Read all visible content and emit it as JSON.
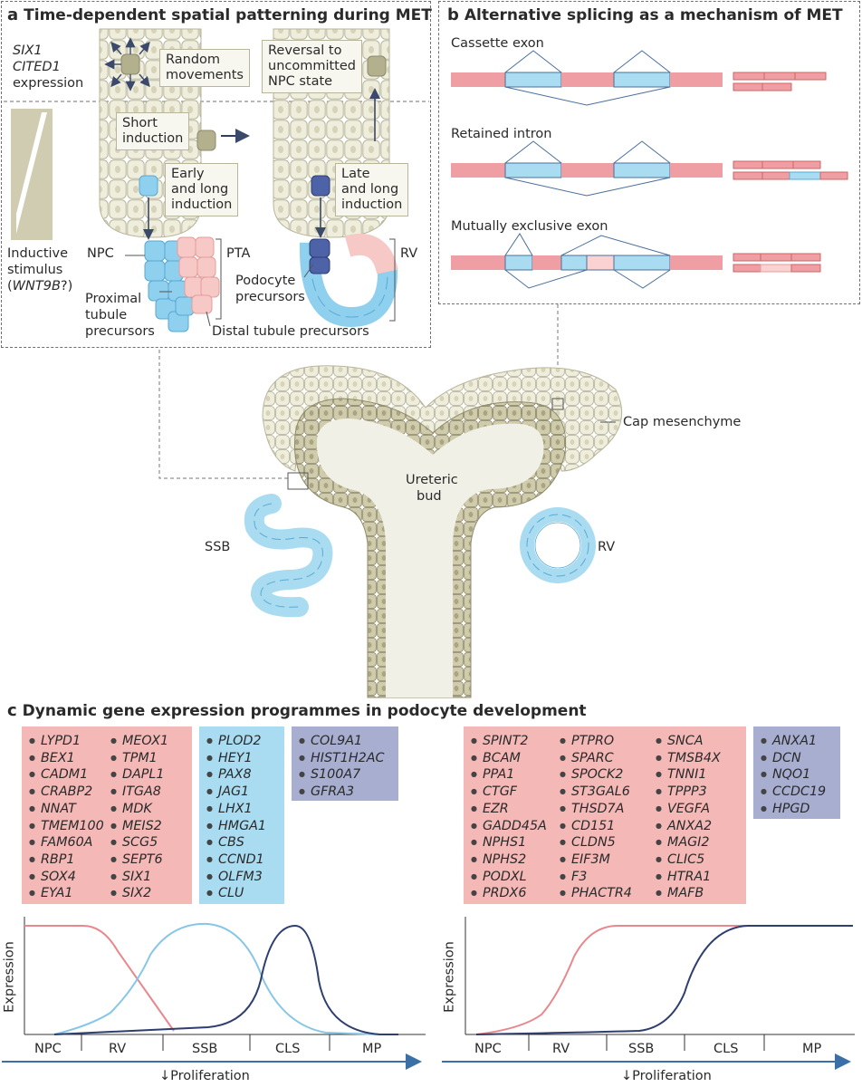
{
  "panel_a": {
    "letter": "a",
    "title": "Time-dependent spatial patterning during MET",
    "six1": "SIX1",
    "cited1": "CITED1",
    "expression": "expression",
    "inductive_line1": "Inductive",
    "inductive_line2": "stimulus",
    "inductive_paren_open": "(",
    "inductive_gene": "WNT9B",
    "inductive_paren_close": "?)",
    "random_line1": "Random",
    "random_line2": "movements",
    "reversal_line1": "Reversal to",
    "reversal_line2": "uncommitted",
    "reversal_line3": "NPC state",
    "short_line1": "Short",
    "short_line2": "induction",
    "early_line1": "Early",
    "early_line2": "and long",
    "early_line3": "induction",
    "late_line1": "Late",
    "late_line2": "and long",
    "late_line3": "induction",
    "npc": "NPC",
    "pta": "PTA",
    "rv": "RV",
    "podocyte_line1": "Podocyte",
    "podocyte_line2": "precursors",
    "proximal_line1": "Proximal",
    "proximal_line2": "tubule",
    "proximal_line3": "precursors",
    "distal": "Distal tubule precursors"
  },
  "panel_b": {
    "letter": "b",
    "title": "Alternative splicing as a mechanism of MET",
    "cassette": "Cassette exon",
    "retained": "Retained intron",
    "mutually": "Mutually exclusive exon"
  },
  "center": {
    "cap": "Cap mesenchyme",
    "ureteric_line1": "Ureteric",
    "ureteric_line2": "bud",
    "ssb": "SSB",
    "rv": "RV"
  },
  "panel_c": {
    "letter": "c",
    "title": "Dynamic gene expression programmes in podocyte development",
    "left_pink_col1": [
      "LYPD1",
      "BEX1",
      "CADM1",
      "CRABP2",
      "NNAT",
      "TMEM100",
      "FAM60A",
      "RBP1",
      "SOX4",
      "EYA1"
    ],
    "left_pink_col2": [
      "MEOX1",
      "TPM1",
      "DAPL1",
      "ITGA8",
      "MDK",
      "MEIS2",
      "SCG5",
      "SEPT6",
      "SIX1",
      "SIX2"
    ],
    "left_blue": [
      "PLOD2",
      "HEY1",
      "PAX8",
      "JAG1",
      "LHX1",
      "HMGA1",
      "CBS",
      "CCND1",
      "OLFM3",
      "CLU"
    ],
    "left_purple": [
      "COL9A1",
      "HIST1H2AC",
      "S100A7",
      "GFRA3"
    ],
    "right_pink_col1": [
      "SPINT2",
      "BCAM",
      "PPA1",
      "CTGF",
      "EZR",
      "GADD45A",
      "NPHS1",
      "NPHS2",
      "PODXL",
      "PRDX6"
    ],
    "right_pink_col2": [
      "PTPRO",
      "SPARC",
      "SPOCK2",
      "ST3GAL6",
      "THSD7A",
      "CD151",
      "CLDN5",
      "EIF3M",
      "F3",
      "PHACTR4"
    ],
    "right_pink_col3": [
      "SNCA",
      "TMSB4X",
      "TNNI1",
      "TPPP3",
      "VEGFA",
      "ANXA2",
      "MAGI2",
      "CLIC5",
      "HTRA1",
      "MAFB"
    ],
    "right_purple": [
      "ANXA1",
      "DCN",
      "NQO1",
      "CCDC19",
      "HPGD"
    ],
    "ylabel": "Expression",
    "stages": [
      "NPC",
      "RV",
      "SSB",
      "CLS",
      "MP"
    ],
    "proliferation": "↓Proliferation",
    "colors": {
      "pink": "#f4b9b7",
      "blue": "#a9dcf1",
      "purple": "#a8aed0",
      "line_pink": "#e8888d",
      "line_blue": "#86c6e6",
      "line_dark": "#2e3e6e",
      "arrow": "#3a6fa8"
    }
  }
}
